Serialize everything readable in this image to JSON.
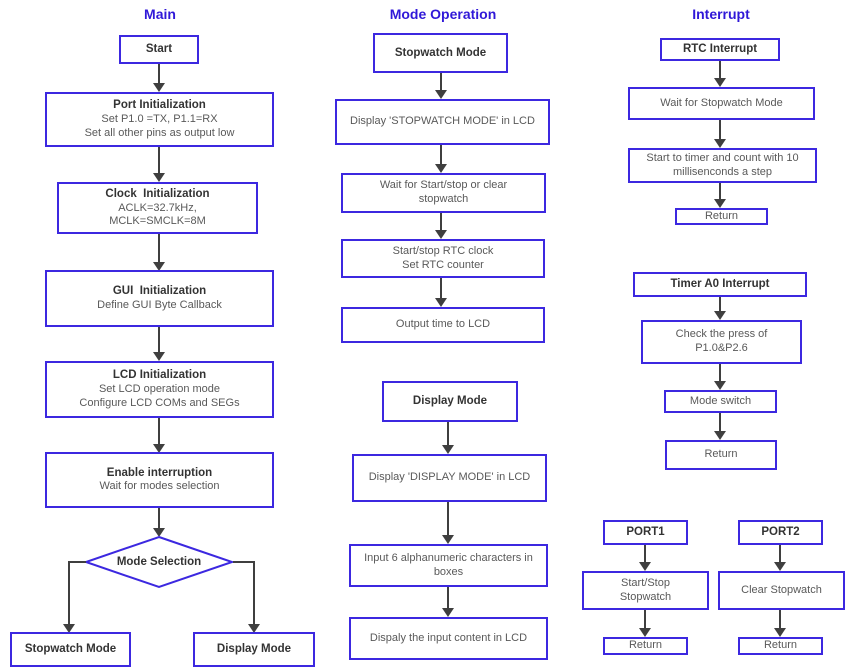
{
  "colors": {
    "accent": "#3c28e0",
    "title": "#3018d8",
    "arrow": "#3f3f3f",
    "heading_text": "#333333",
    "body_text": "#595959"
  },
  "main": {
    "title": "Main",
    "start": "Start",
    "port_init": {
      "title": "Port Initialization",
      "lines": [
        "Set P1.0 =TX, P1.1=RX",
        "Set all other pins as output low"
      ]
    },
    "clock_init": {
      "title": "Clock  Initialization",
      "lines": [
        "ACLK=32.7kHz,",
        "MCLK=SMCLK=8M"
      ]
    },
    "gui_init": {
      "title": "GUI  Initialization",
      "lines": [
        "Define GUI Byte Callback"
      ]
    },
    "lcd_init": {
      "title": "LCD Initialization",
      "lines": [
        "Set LCD operation mode",
        "Configure LCD COMs and SEGs"
      ]
    },
    "enable_int": {
      "title": "Enable interruption",
      "lines": [
        "Wait for modes selection"
      ]
    },
    "decision": "Mode Selection",
    "stopwatch_mode": "Stopwatch Mode",
    "display_mode": "Display Mode"
  },
  "mode_operation": {
    "title": "Mode Operation",
    "stopwatch_header": "Stopwatch Mode",
    "display_stopwatch": "Display 'STOPWATCH MODE' in LCD",
    "wait_clear": {
      "lines": [
        "Wait for Start/stop or clear",
        "stopwatch"
      ]
    },
    "start_stop_rtc": {
      "lines": [
        "Start/stop RTC clock",
        "Set RTC counter"
      ]
    },
    "output_time": "Output time to LCD",
    "display_header": "Display Mode",
    "display_display": "Display 'DISPLAY MODE' in LCD",
    "input_six": {
      "lines": [
        "Input 6 alphanumeric characters in",
        "boxes"
      ]
    },
    "display_input": "Dispaly the input content in LCD"
  },
  "interrupt": {
    "title": "Interrupt",
    "rtc_header": "RTC Interrupt",
    "wait_stopwatch": "Wait for Stopwatch Mode",
    "start_timer": {
      "lines": [
        "Start to timer and count with 10",
        "millisenconds a step"
      ]
    },
    "rtc_return": "Return",
    "timer_header": "Timer A0 Interrupt",
    "check_press": {
      "lines": [
        "Check the press of",
        "P1.0&P2.6"
      ]
    },
    "mode_switch": "Mode switch",
    "timer_return": "Return",
    "port1_header": "PORT1",
    "port1_action": {
      "lines": [
        "Start/Stop",
        "Stopwatch"
      ]
    },
    "port1_return": "Return",
    "port2_header": "PORT2",
    "port2_action": "Clear Stopwatch",
    "port2_return": "Return"
  }
}
